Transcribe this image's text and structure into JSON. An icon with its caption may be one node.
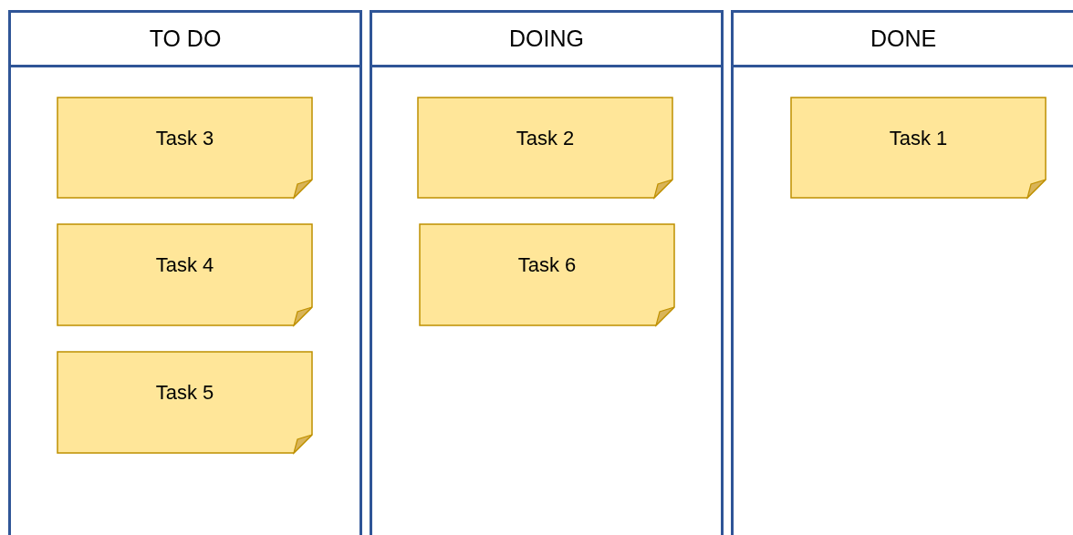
{
  "diagram": {
    "nodes": [
      {
        "text": [
          "TO DO"
        ]
      },
      {
        "text": [
          "Task 3"
        ],
        "in": 0
      },
      {
        "text": [
          "Task 4"
        ],
        "in": 0
      },
      {
        "text": [
          "Task 5"
        ],
        "in": 0
      },
      {
        "text": [
          "DOING"
        ]
      },
      {
        "text": [
          "Task 2"
        ],
        "in": 4
      },
      {
        "text": [
          "Task 6"
        ],
        "in": 4
      },
      {
        "text": [
          "DONE"
        ]
      },
      {
        "text": [
          "Task 1"
        ],
        "in": 7
      }
    ]
  }
}
